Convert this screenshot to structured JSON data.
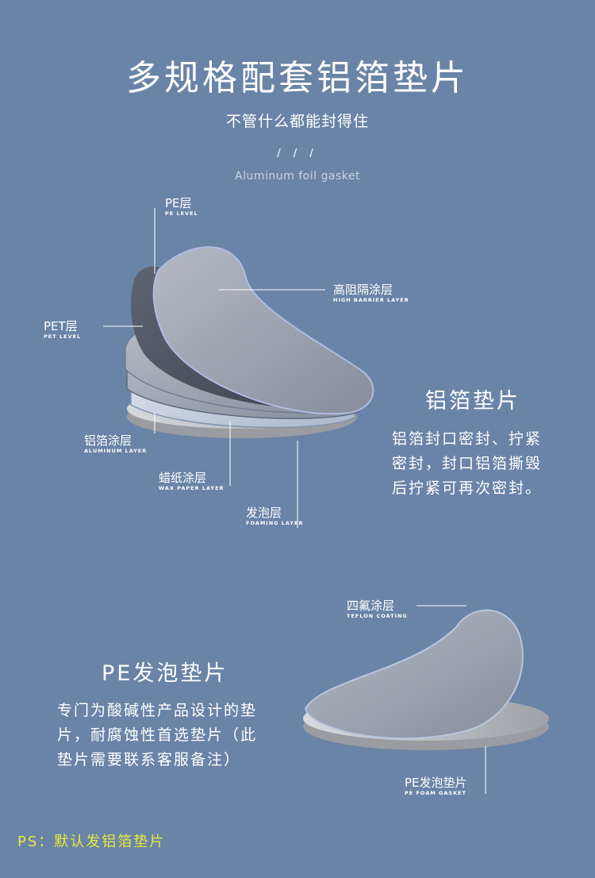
{
  "header": {
    "title": "多规格配套铝箔垫片",
    "subtitle": "不管什么都能封得住",
    "slashes": "/ / /",
    "en_subtitle": "Aluminum foil gasket"
  },
  "layers": {
    "pe": {
      "cn": "PE层",
      "en": "PE LEVEL"
    },
    "barrier": {
      "cn": "高阻隔涂层",
      "en": "HIGH BARRIER LAYER"
    },
    "pet": {
      "cn": "PET层",
      "en": "PET LEVEL"
    },
    "aluminum": {
      "cn": "铝箔涂层",
      "en": "ALUMINUM LAYER"
    },
    "wax": {
      "cn": "蜡纸涂层",
      "en": "WAX PAPER LAYER"
    },
    "foam": {
      "cn": "发泡层",
      "en": "FOAMING LAYER"
    }
  },
  "aluminum_gasket": {
    "title": "铝箔垫片",
    "lines": [
      "铝箔封口密封、拧紧",
      "密封，封口铝箔撕毁",
      "后拧紧可再次密封。"
    ]
  },
  "pe_gasket_layers": {
    "teflon": {
      "cn": "四氟涂层",
      "en": "TEFLON COATING"
    },
    "foam": {
      "cn": "PE发泡垫片",
      "en": "PE FOAM GASKET"
    }
  },
  "pe_gasket": {
    "title": "PE发泡垫片",
    "lines": [
      "专门为酸碱性产品设计的垫",
      "片，耐腐蚀性首选垫片（此",
      "垫片需要联系客服备注）"
    ]
  },
  "footer": {
    "note": "PS：默认发铝箔垫片"
  },
  "colors": {
    "background": "#6a84a7",
    "accent": "#e9ea3a"
  }
}
